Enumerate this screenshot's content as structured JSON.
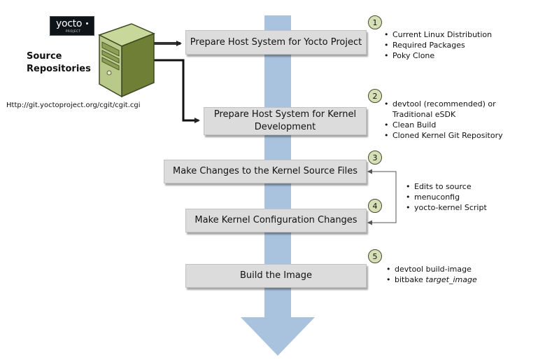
{
  "logo": {
    "word": "yocto",
    "sub": "PROJECT"
  },
  "source": {
    "title_line1": "Source",
    "title_line2": "Repositories",
    "url": "Http://git.yoctoproject.org/cgit/cgit.cgi"
  },
  "steps": [
    {
      "number": "1",
      "label": "Prepare Host System for Yocto Project",
      "bullets": [
        "Current Linux Distribution",
        "Required Packages",
        "Poky Clone"
      ]
    },
    {
      "number": "2",
      "label_line1": "Prepare Host System for Kernel",
      "label_line2": "Development",
      "bullets": [
        "devtool (recommended) or",
        "Traditional eSDK",
        "Clean Build",
        "Cloned Kernel Git Repository"
      ]
    },
    {
      "number": "3",
      "label": "Make Changes to the Kernel Source Files"
    },
    {
      "number": "4",
      "label": "Make Kernel Configuration Changes"
    },
    {
      "number": "5",
      "label": "Build the Image",
      "bullets": [
        "devtool build-image",
        "bitbake",
        "target_image"
      ]
    }
  ],
  "loop_bullets": [
    "Edits to source",
    "menuconfig",
    "yocto-kernel Script"
  ],
  "colors": {
    "flow_arrow": "#a9c3de",
    "box": "#dcdcdc",
    "number_circle": "#d6dfb6",
    "connector": "#222222"
  }
}
